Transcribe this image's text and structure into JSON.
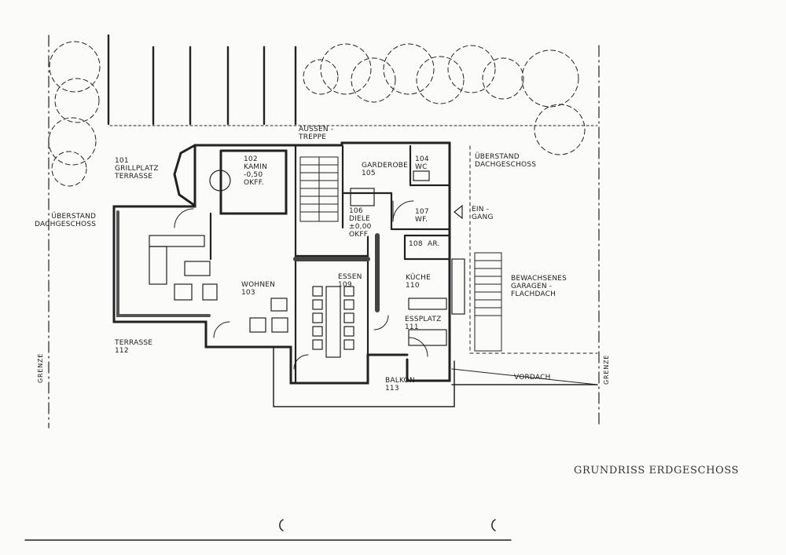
{
  "title": "GRUNDRISS ERDGESCHOSS",
  "boundary_label": "GRENZE",
  "rooms": {
    "r101": "101\nGRILLPLATZ\nTERRASSE",
    "r102": "102\nKAMIN\n-0,50\nOKFF.",
    "r103": "WOHNEN\n103",
    "r104": "104\nWC",
    "r105": "GARDEROBE\n105",
    "r106": "106\nDIELE\n±0,00\nOKFF.",
    "r107": "107\nWF.",
    "r108": "108",
    "r108b": "AR.",
    "r109": "ESSEN\n109",
    "r110": "KÜCHE\n110",
    "r111": "ESSPLATZ\n111",
    "r112": "TERRASSE\n112",
    "r113": "BALKON\n113"
  },
  "labels": {
    "aussentreppe": "AUSSEN -\nTREPPE",
    "ueberstand_right": "ÜBERSTAND\nDACHGESCHOSS",
    "ueberstand_left": "ÜBERSTAND\nDACHGESCHOSS",
    "eingang": "EIN -\nGANG",
    "garagendach": "BEWACHSENES\nGARAGEN -\nFLACHDACH",
    "vordach": "VORDACH"
  }
}
